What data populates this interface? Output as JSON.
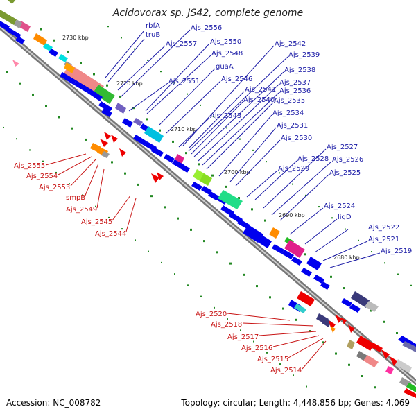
{
  "title": "Acidovorax sp. JS42, complete genome",
  "footer": {
    "accession": "Accession: NC_008782",
    "summary": "Topology: circular; Length: 4,448,856 bp; Genes: 4,069"
  },
  "kbp_labels": [
    "2730 kbp",
    "2720 kbp",
    "2710 kbp",
    "2700 kbp",
    "2690 kbp",
    "2680 kbp"
  ],
  "forward_genes": [
    "rbfA",
    "truB",
    "Ajs_2556",
    "Ajs_2557",
    "Ajs_2550",
    "Ajs_2548",
    "guaA",
    "Ajs_2546",
    "Ajs_2551",
    "Ajs_2542",
    "Ajs_2539",
    "Ajs_2538",
    "Ajs_2537",
    "Ajs_2541",
    "Ajs_2536",
    "Ajs_2540",
    "Ajs_2535",
    "Ajs_2543",
    "Ajs_2534",
    "Ajs_2531",
    "Ajs_2530",
    "Ajs_2527",
    "Ajs_2528",
    "Ajs_2526",
    "Ajs_2529",
    "Ajs_2525",
    "Ajs_2524",
    "ligD",
    "Ajs_2522",
    "Ajs_2521",
    "Ajs_2519"
  ],
  "reverse_genes": [
    "Ajs_2555",
    "Ajs_2554",
    "Ajs_2553",
    "smpB",
    "Ajs_2549",
    "Ajs_2545",
    "Ajs_2544",
    "Ajs_2520",
    "Ajs_2518",
    "Ajs_2517",
    "Ajs_2516",
    "Ajs_2515",
    "Ajs_2514"
  ],
  "colors": {
    "forward_label": "#1a1aa6",
    "reverse_label": "#c81414",
    "backbone": "#888888",
    "forward_arrow": "#0000ee",
    "reverse_arrow": "#ee0000",
    "tick": "#228822"
  }
}
